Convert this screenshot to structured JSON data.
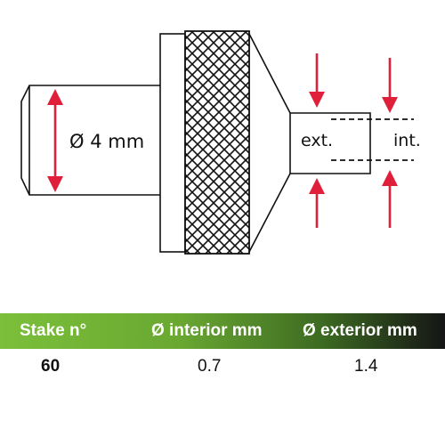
{
  "diagram": {
    "shaft_label": "Ø 4 mm",
    "ext_label": "ext.",
    "int_label": "int.",
    "arrow_color": "#e0203a"
  },
  "table": {
    "headers": [
      "Stake n°",
      "Ø interior mm",
      "Ø exterior mm"
    ],
    "rows": [
      [
        "60",
        "0.7",
        "1.4"
      ]
    ]
  }
}
